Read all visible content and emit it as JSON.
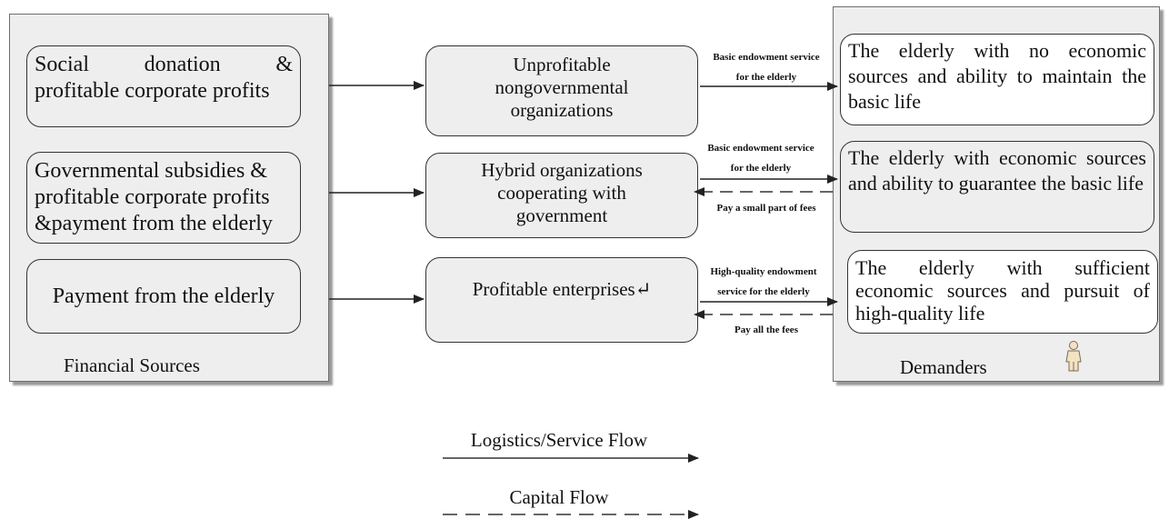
{
  "sources": {
    "label": "Financial Sources",
    "items": [
      {
        "line1": "Social donation &",
        "line2": "profitable corporate profits"
      },
      {
        "line1": "Governmental subsidies &",
        "line2": "profitable corporate profits",
        "line3": "&payment from the elderly"
      },
      {
        "line1": "Payment from the elderly"
      }
    ]
  },
  "organizations": [
    {
      "line1": "Unprofitable",
      "line2": "nongovernmental",
      "line3": "organizations"
    },
    {
      "line1": "Hybrid organizations",
      "line2": "cooperating with",
      "line3": "government"
    },
    {
      "line1": "Profitable enterprises↵"
    }
  ],
  "flows": {
    "service1": {
      "line1": "Basic endowment service",
      "line2": "for the elderly"
    },
    "service2": {
      "line1": "Basic endowment service",
      "line2": "for the elderly"
    },
    "capital2": "Pay a small part of fees",
    "service3": {
      "line1": "High-quality endowment",
      "line2": "service for the elderly"
    },
    "capital3": "Pay all the fees"
  },
  "demanders": {
    "label": "Demanders",
    "items": [
      {
        "text": "The elderly with no economic sources and ability to maintain the basic life"
      },
      {
        "text": "The elderly with economic sources and ability to guarantee the basic life"
      },
      {
        "text": "The elderly with sufficient economic sources and pursuit of high-quality life"
      }
    ]
  },
  "legend": {
    "service": "Logistics/Service Flow",
    "capital": "Capital Flow"
  }
}
